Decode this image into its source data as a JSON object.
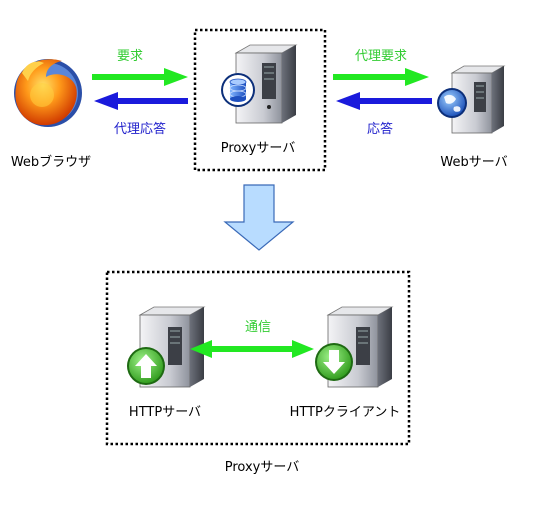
{
  "top": {
    "browser_label": "Webブラウザ",
    "proxy_label": "Proxyサーバ",
    "webserver_label": "Webサーバ",
    "arrow_request": "要求",
    "arrow_proxy_response": "代理応答",
    "arrow_proxy_request": "代理要求",
    "arrow_response": "応答"
  },
  "bottom": {
    "http_server_label": "HTTPサーバ",
    "http_client_label": "HTTPクライアント",
    "communication_label": "通信",
    "caption": "Proxyサーバ"
  },
  "colors": {
    "request_arrow": "#22e822",
    "response_arrow": "#1a1adc",
    "request_text": "#33cc33",
    "response_text": "#2222cc",
    "flow_arrow": "#b8dcff",
    "flow_arrow_stroke": "#3a6ab8"
  }
}
